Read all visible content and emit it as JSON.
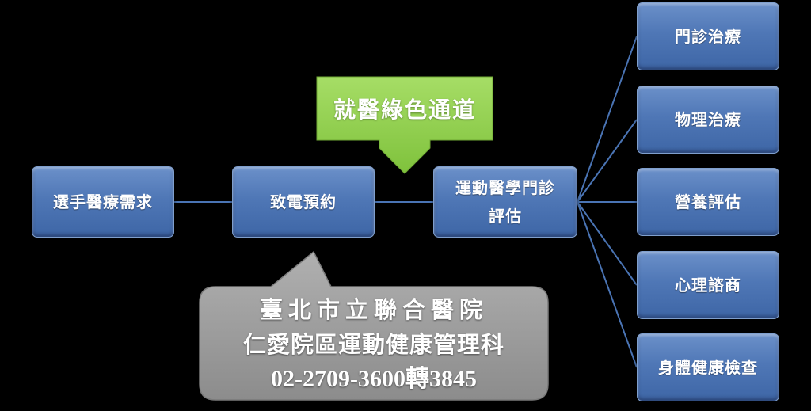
{
  "colors": {
    "background": "#000000",
    "box_blue": "#4f77b6",
    "connector": "#4a74b4",
    "green_arrow": "#92d050",
    "callout_gray": "#9c9c9c"
  },
  "flow": {
    "need": "選手醫療需求",
    "call": "致電預約",
    "clinic_line1": "運動醫學門診",
    "clinic_line2": "評估"
  },
  "green_channel": "就醫綠色通道",
  "services": [
    "門診治療",
    "物理治療",
    "營養評估",
    "心理諮商",
    "身體健康檢查"
  ],
  "callout": {
    "line1": "臺北市立聯合醫院",
    "line2": "仁愛院區運動健康管理科",
    "line3": "02-2709-3600轉3845"
  }
}
